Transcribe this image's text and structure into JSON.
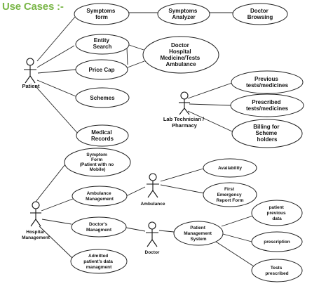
{
  "title": "Use Cases :-",
  "actors": {
    "patient": "Patient",
    "lab": [
      "Lab Technician /",
      "Pharmacy"
    ],
    "hospital": [
      "Hospital",
      "Management"
    ],
    "ambulance": "Ambulance",
    "doctor": "Doctor"
  },
  "usecases": {
    "symptoms_form": [
      "Symptoms",
      "form"
    ],
    "symptoms_analyzer": [
      "Symptoms",
      "Analyzer"
    ],
    "doctor_browsing": [
      "Doctor",
      "Browsing"
    ],
    "entity_search": [
      "Entity",
      "Search"
    ],
    "price_cap": [
      "Price Cap"
    ],
    "doctor_hospital": [
      "Doctor",
      "Hospital",
      "Medicine/Tests",
      "Ambulance"
    ],
    "schemes": [
      "Schemes"
    ],
    "medical_records": [
      "Medical",
      "Records"
    ],
    "previous_tests": [
      "Previous",
      "tests/medicines"
    ],
    "prescribed_tests": [
      "Prescribed",
      "tests/medicines"
    ],
    "billing": [
      "Billing for",
      "Scheme",
      "holders"
    ],
    "symptom_form_nomobile": [
      "Symptom",
      "Form",
      "(Patient with no",
      "Mobile)"
    ],
    "ambulance_management": [
      "Ambulance",
      "Management"
    ],
    "availability": [
      "Availability"
    ],
    "first_emergency": [
      "First",
      "Emergency",
      "Report Form"
    ],
    "doctors_managment": [
      "Doctor's",
      "Managment"
    ],
    "patient_mgmt_system": [
      "Patient",
      "Management",
      "System"
    ],
    "patient_previous_data": [
      "patient",
      "previous",
      "data"
    ],
    "prescription": [
      "prescription"
    ],
    "tests_prescribed": [
      "Tests",
      "prescribed"
    ],
    "admitted_patients": [
      "Admitted",
      "patient's data",
      "managment"
    ]
  }
}
